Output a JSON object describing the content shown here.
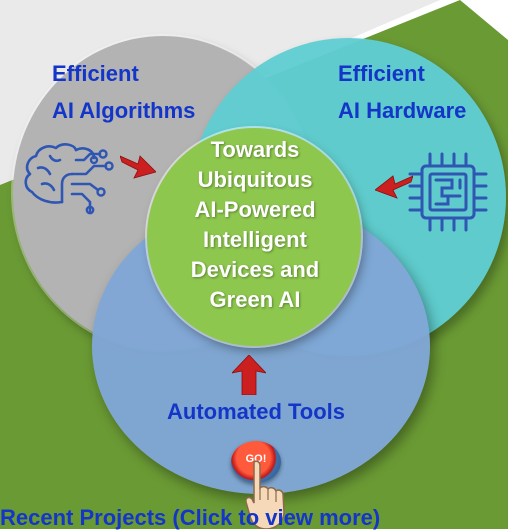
{
  "circles": {
    "algorithms": {
      "line1": "Efficient",
      "line2": "AI Algorithms"
    },
    "hardware": {
      "line1": "Efficient",
      "line2": "AI Hardware"
    },
    "tools": {
      "label": "Automated Tools"
    },
    "center": {
      "lines": [
        "Towards",
        "Ubiquitous",
        "AI-Powered",
        "Intelligent",
        "Devices and",
        "Green AI"
      ]
    }
  },
  "go_button": {
    "label": "GO!"
  },
  "bottom_text": "Recent Projects (Click to view more)",
  "colors": {
    "label_blue": "#1436c8",
    "algorithms_circle": "#b3b3b3",
    "hardware_circle": "#5fcdd2",
    "tools_circle": "#80a6d6",
    "center_circle": "#8dc74d",
    "background_green": "#6a9a34",
    "arrow_red": "#cc1f1f"
  },
  "icons": {
    "algorithms": "brain-circuit-icon",
    "hardware": "chip-icon",
    "pointer": "hand-pointer-icon"
  }
}
